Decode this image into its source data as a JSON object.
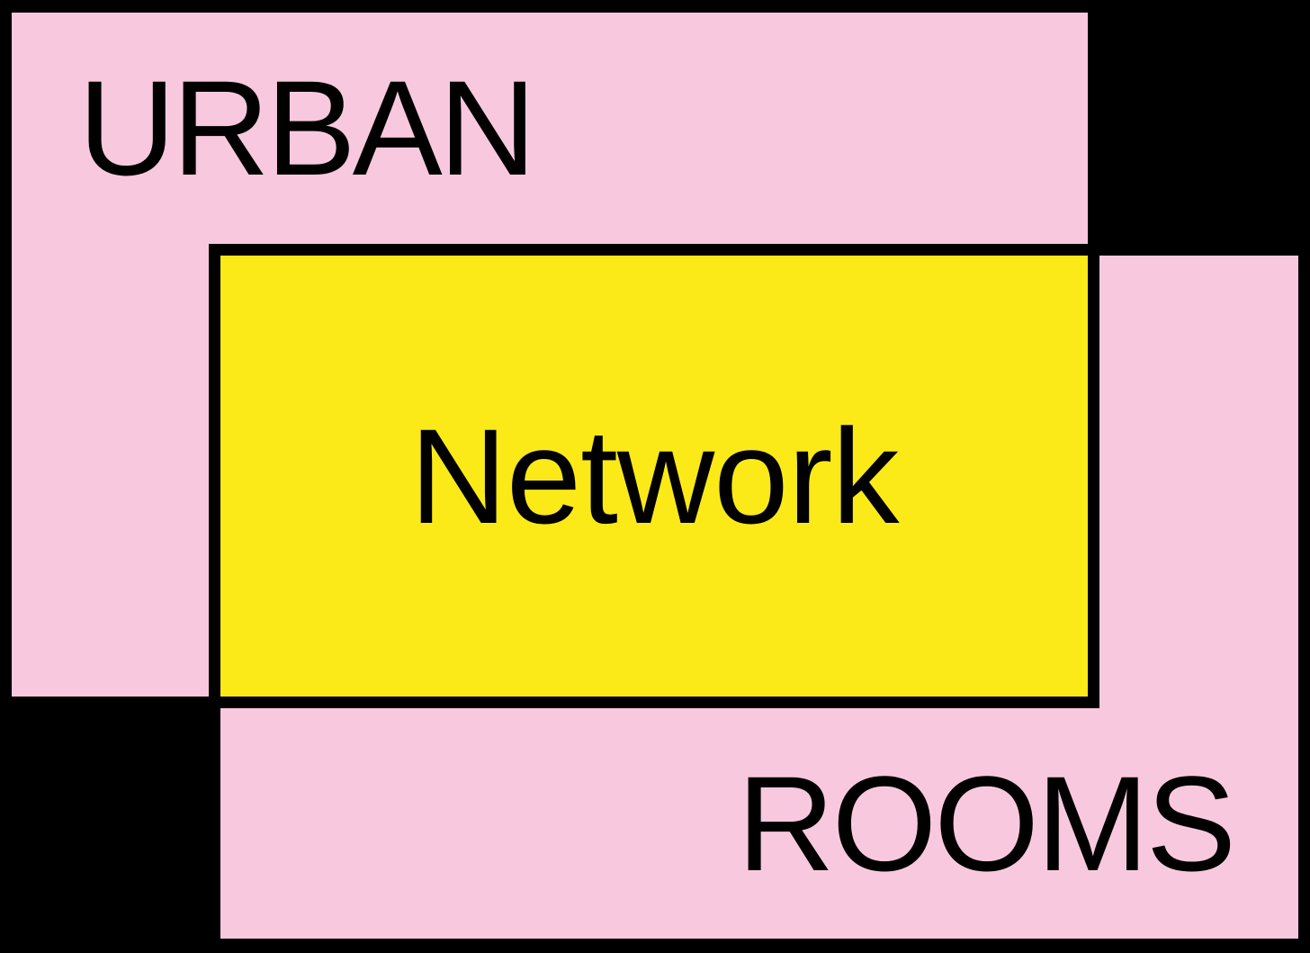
{
  "artwork": {
    "words": {
      "urban": "URBAN",
      "network": "Network",
      "rooms": "ROOMS"
    },
    "colors": {
      "background": "#000000",
      "pink": "#f8c9de",
      "yellow": "#fbea18",
      "outline": "#000000",
      "text": "#000000"
    }
  }
}
